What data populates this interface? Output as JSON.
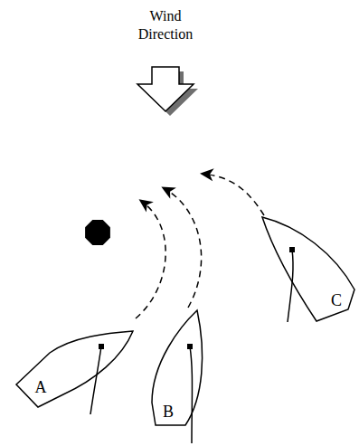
{
  "diagram": {
    "nodes": [
      {
        "text": [
          "A"
        ]
      },
      {
        "text": [
          "B"
        ]
      },
      {
        "text": [
          "C"
        ]
      }
    ],
    "labels": [
      "Wind Direction"
    ]
  }
}
